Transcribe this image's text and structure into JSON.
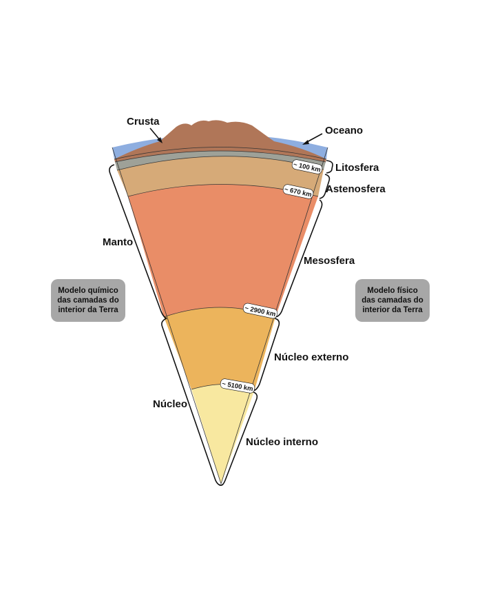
{
  "labels": {
    "crust": "Crusta",
    "ocean": "Oceano",
    "lithosphere": "Litosfera",
    "asthenosphere": "Astenosfera",
    "mesosphere": "Mesosfera",
    "mantle": "Manto",
    "core": "Núcleo",
    "outer_core": "Núcleo externo",
    "inner_core": "Núcleo interno"
  },
  "depths": {
    "d100": "~ 100 km",
    "d670": "~ 670 km",
    "d2900": "~ 2900 km",
    "d5100": "~ 5100 km"
  },
  "boxes": {
    "chemical": "Modelo químico\ndas camadas do\ninterior da Terra",
    "physical": "Modelo físico\ndas camadas do\ninterior da Terra"
  },
  "colors": {
    "ocean": "#8eaee0",
    "crust": "#b07658",
    "lithosphere": "#9ea198",
    "asthenosphere": "#d6aa78",
    "mesosphere": "#e98d67",
    "outer_core": "#ecb45c",
    "inner_core": "#f8e8a0",
    "box": "#a7a7a7"
  }
}
